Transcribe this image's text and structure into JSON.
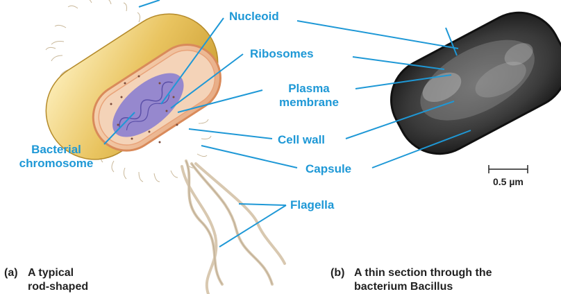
{
  "labels": {
    "nucleoid": "Nucleoid",
    "ribosomes": "Ribosomes",
    "plasma_membrane_1": "Plasma",
    "plasma_membrane_2": "membrane",
    "cell_wall": "Cell wall",
    "capsule": "Capsule",
    "flagella": "Flagella",
    "bacterial_chromosome_1": "Bacterial",
    "bacterial_chromosome_2": "chromosome"
  },
  "captions": {
    "a_tag": "(a)",
    "a_line1": "A typical",
    "a_line2": "rod-shaped",
    "b_tag": "(b)",
    "b_line1": "A thin section through the",
    "b_line2": "bacterium Bacillus"
  },
  "scale_bar": "0.5 µm",
  "colors": {
    "label": "#1e98d6",
    "leader_line": "#1e98d6",
    "capsule": "#e6c15a",
    "cell_wall": "#f2c7a1",
    "nucleoid": "#8c7fd0"
  }
}
